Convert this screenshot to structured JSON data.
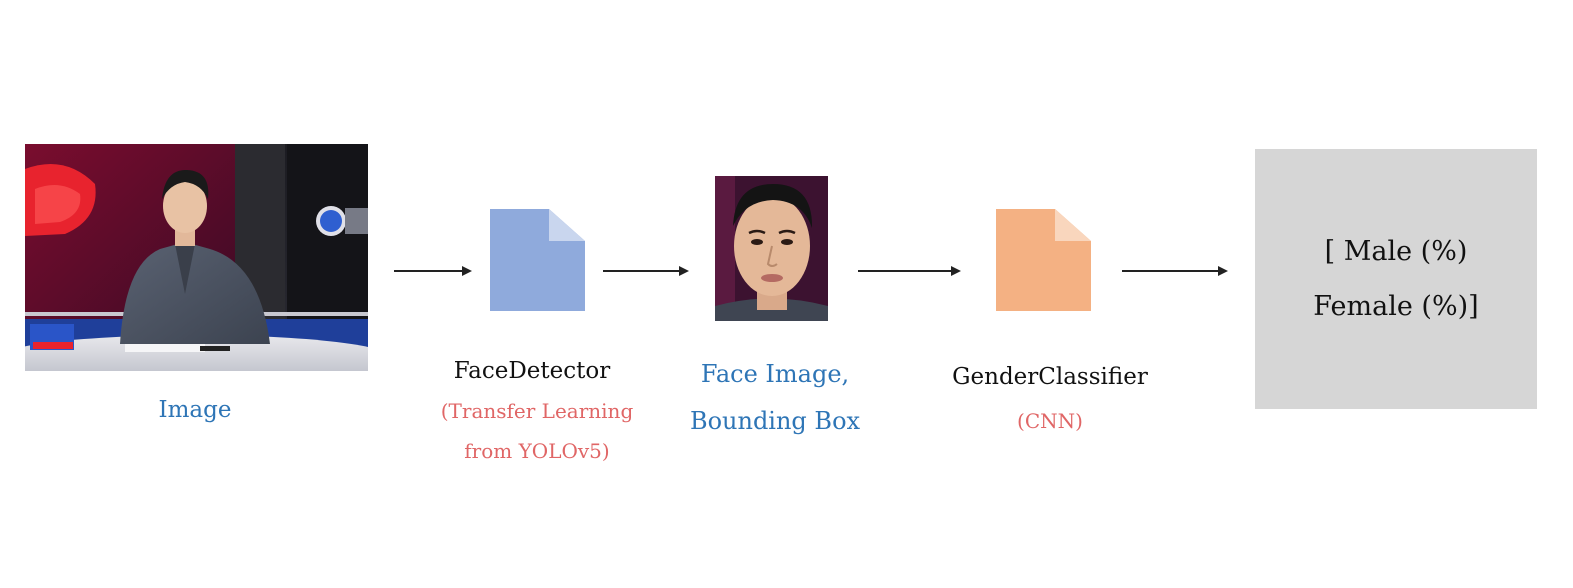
{
  "input": {
    "label": "Image"
  },
  "face_detector": {
    "title": "FaceDetector",
    "subtitle_line1": "(Transfer Learning",
    "subtitle_line2": "from YOLOv5)"
  },
  "face_output": {
    "label_line1": "Face Image,",
    "label_line2": "Bounding Box"
  },
  "gender_classifier": {
    "title": "GenderClassifier",
    "subtitle": "(CNN)"
  },
  "result": {
    "line1": "[ Male (%)",
    "line2": "Female (%)]"
  },
  "icons": {
    "face_detector": "document-icon",
    "gender_classifier": "document-icon",
    "arrows": "arrow-right-icon"
  },
  "colors": {
    "face_detector_icon": "#8faadc",
    "gender_classifier_icon": "#f4b183",
    "label_blue": "#2e75b6",
    "label_red": "#e06666",
    "output_box": "#d6d6d6"
  }
}
